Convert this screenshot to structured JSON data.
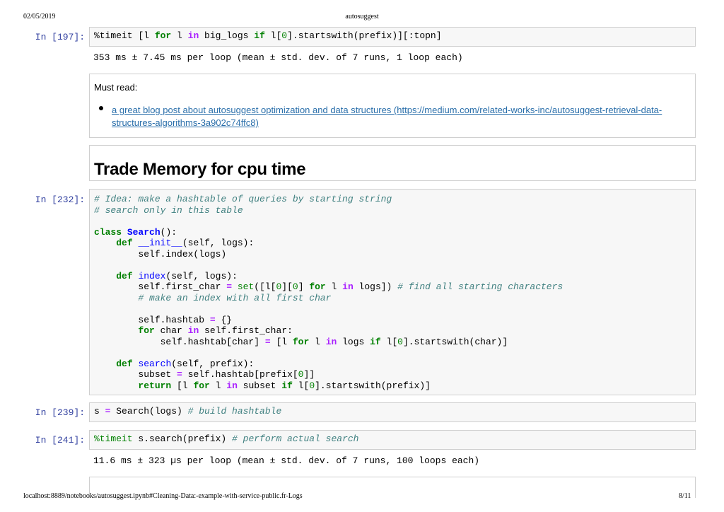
{
  "header": {
    "date": "02/05/2019",
    "title": "autosuggest"
  },
  "footer": {
    "url": "localhost:8889/notebooks/autosuggest.ipynb#Cleaning-Data:-example-with-service-public.fr-Logs",
    "page": "8/11"
  },
  "cells": {
    "c197": {
      "prompt": "In [197]:",
      "output": "353 ms ± 7.45 ms per loop (mean ± std. dev. of 7 runs, 1 loop each)"
    },
    "md1": {
      "must_read": "Must read:",
      "link_text_line1": "a great blog post about autosuggest optimization and data structures (https://medium.com/related-works-inc/autosuggest-retrieval-data-",
      "link_text_line2": "structures-algorithms-3a902c74ffc8)"
    },
    "md2": {
      "heading": "Trade Memory for cpu time"
    },
    "c232": {
      "prompt": "In [232]:"
    },
    "c239": {
      "prompt": "In [239]:"
    },
    "c241": {
      "prompt": "In [241]:",
      "output": "11.6 ms ± 323 µs per loop (mean ± std. dev. of 7 runs, 100 loops each)"
    }
  }
}
